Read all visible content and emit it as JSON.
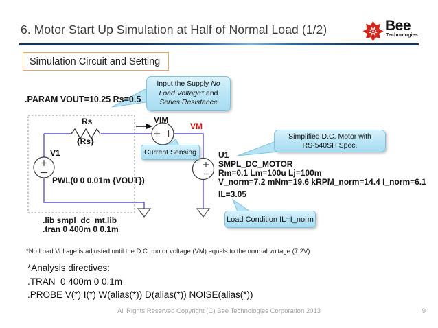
{
  "slide": {
    "title": "6. Motor Start Up Simulation at Half of Normal Load (1/2)",
    "footer": "All Rights Reserved Copyright (C) Bee Technologies Corporation 2013",
    "page_number": "9"
  },
  "logo": {
    "brand": "Bee",
    "sub": "Technologies",
    "icon": "asterisk-flower-icon",
    "brand_color": "#d3261c"
  },
  "section_label": {
    "text": "Simulation Circuit and Setting",
    "border_color": "#f0a860"
  },
  "callouts": {
    "supply": {
      "part1": "Input the Supply ",
      "part2": "No Load Voltage*",
      "part3": " and ",
      "part4": "Series Resistance"
    },
    "current_sensing": {
      "text": "Current Sensing"
    },
    "motor": {
      "line1": "Simplified D.C. Motor with",
      "line2": "RS-540SH Spec."
    },
    "load": {
      "text": "Load Condition IL=I_norm"
    },
    "fill_color": "#bce6f6",
    "border_color": "#7fc2dc"
  },
  "circuit": {
    "param_line": ".PARAM VOUT=10.25 Rs=0.5",
    "labels": {
      "rs": "Rs",
      "rs_value": "{Rs}",
      "v1": "V1",
      "vim": "VIM",
      "vm": "VM",
      "pwl": "PWL(0 0 0.01m {VOUT})"
    },
    "lib_line": ".lib smpl_dc_mt.lib",
    "tran_line": ".tran 0 400m 0 0.1m",
    "motor": {
      "ref": "U1",
      "model": "SMPL_DC_MOTOR",
      "params1": "Rm=0.1 Lm=100u Lj=100m",
      "params2": "V_norm=7.2 mNm=19.6 kRPM_norm=14.4 I_norm=6.1",
      "load": "IL=3.05"
    },
    "wire_color": "#5a52cc",
    "vm_color": "#cc1414"
  },
  "notes": {
    "no_load_note": "*No Load Voltage is adjusted until the D.C. motor voltage (VM) equals to the normal voltage (7.2V).",
    "analysis_title": "*Analysis directives:",
    "tran": ".TRAN  0 400m 0 0.1m",
    "probe": ".PROBE V(*) I(*) W(alias(*)) D(alias(*)) NOISE(alias(*))"
  }
}
